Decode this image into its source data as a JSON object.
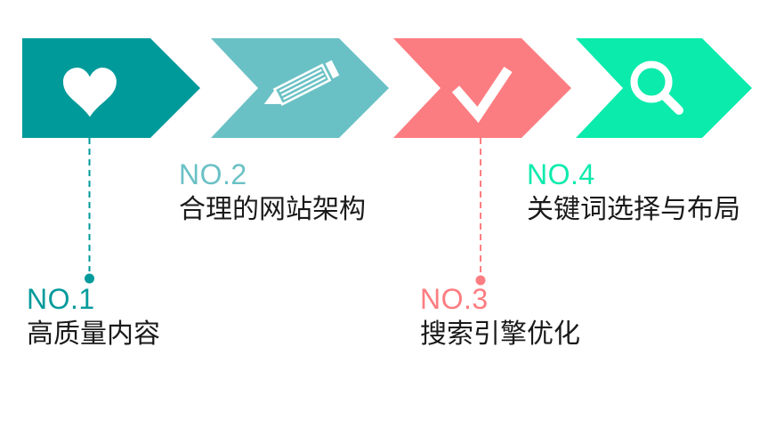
{
  "canvas": {
    "background": "#ffffff"
  },
  "icon_color": "#ffffff",
  "title_color": "#1a1a1a",
  "steps": [
    {
      "label": "NO.1",
      "title": "高质量内容",
      "color": "#019a9b",
      "icon": "heart-icon"
    },
    {
      "label": "NO.2",
      "title": "合理的网站架构",
      "color": "#6ac1c5",
      "icon": "pencil-icon"
    },
    {
      "label": "NO.3",
      "title": "搜索引擎优化",
      "color": "#fc7d81",
      "icon": "check-icon"
    },
    {
      "label": "NO.4",
      "title": "关键词选择与布局",
      "color": "#0bebac",
      "icon": "search-icon"
    }
  ]
}
